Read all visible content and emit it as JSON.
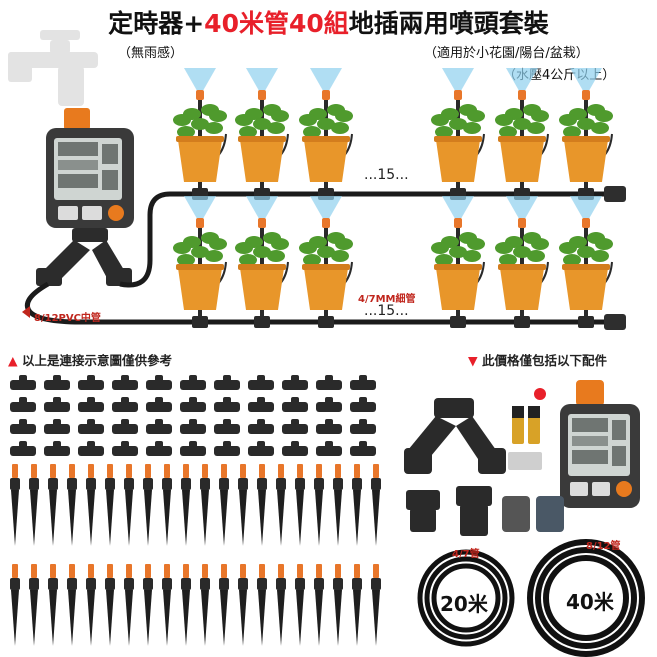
{
  "title": {
    "part1": "定時器+",
    "part2": "40米管40組",
    "part3": "地插兩用噴頭套裝"
  },
  "subtitle_left": "（無雨感）",
  "subtitle_right_1": "（適用於小花園/陽台/盆栽）",
  "subtitle_right_2": "（水壓4公斤以上）",
  "diagram": {
    "count_label_top": "...15...",
    "count_label_bottom": "...15...",
    "pipe_label_main": "8/12PVC中管",
    "pipe_label_thin": "4/7MM細管"
  },
  "notes": {
    "left": "以上是連接示意圖僅供參考",
    "right": "此價格僅包括以下配件"
  },
  "parts": {
    "hose_small_label": "4/7管",
    "hose_small_length": "20米",
    "hose_large_label": "8/12管",
    "hose_large_length": "40米"
  },
  "colors": {
    "accent_red": "#e8202a",
    "pot_orange": "#e8962a",
    "plant_green": "#4f9a2d",
    "spray_blue": "#8fd0ee"
  }
}
